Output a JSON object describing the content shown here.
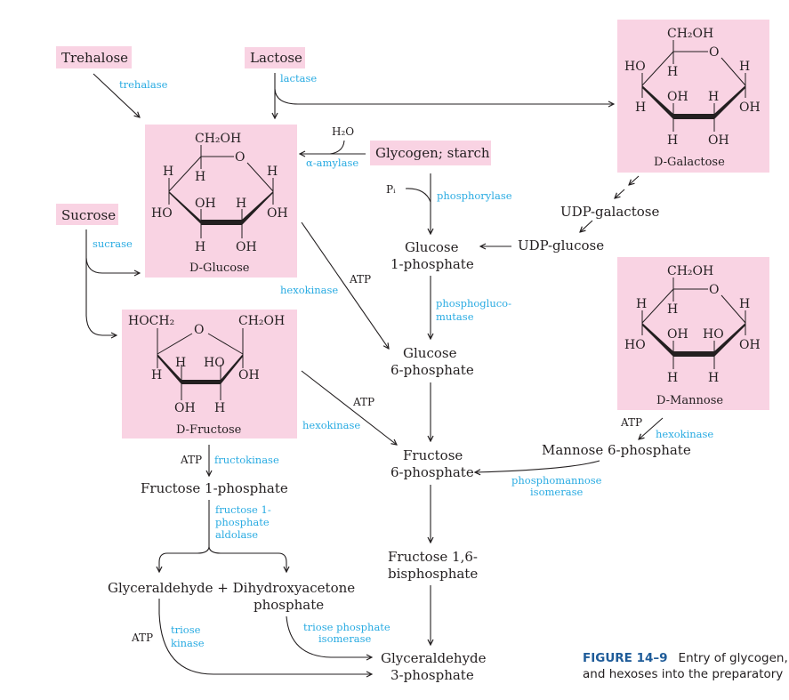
{
  "colors": {
    "box_fill": "#f9d3e3",
    "enzyme_text": "#29abe2",
    "text": "#231f20",
    "caption_label": "#1f5c99"
  },
  "sources": {
    "trehalose": "Trehalose",
    "lactose": "Lactose",
    "sucrose": "Sucrose",
    "glycogen": "Glycogen; starch"
  },
  "enzymes": {
    "trehalase": "trehalase",
    "lactase": "lactase",
    "sucrase": "sucrase",
    "alpha_amylase": "α-amylase",
    "phosphorylase": "phosphorylase",
    "hexokinase_glucose": "hexokinase",
    "hexokinase_fructose": "hexokinase",
    "hexokinase_mannose": "hexokinase",
    "phosphoglucomutase_1": "phosphogluco-",
    "phosphoglucomutase_2": "mutase",
    "phosphomannose_isomerase_1": "phosphomannose",
    "phosphomannose_isomerase_2": "isomerase",
    "fructokinase": "fructokinase",
    "f1p_aldolase_1": "fructose 1-",
    "f1p_aldolase_2": "phosphate",
    "f1p_aldolase_3": "aldolase",
    "triose_kinase_1": "triose",
    "triose_kinase_2": "kinase",
    "tpi_1": "triose phosphate",
    "tpi_2": "isomerase"
  },
  "cofactors": {
    "h2o": "H₂O",
    "pi": "Pᵢ",
    "atp": "ATP"
  },
  "sugars": {
    "glucose": {
      "name": "D-Glucose",
      "top": "CH₂OH",
      "ring_o": "O",
      "c4_up": "H",
      "c4_down": "HO",
      "c5_down": "H",
      "c3_up": "OH",
      "c3_down": "H",
      "c2_up": "H",
      "c2_down": "OH",
      "c1_up": "H",
      "c1_down": "OH"
    },
    "galactose": {
      "name": "D-Galactose",
      "top": "CH₂OH",
      "ring_o": "O",
      "c4_up": "HO",
      "c4_down": "H",
      "c5_down": "H",
      "c3_up": "OH",
      "c3_down": "H",
      "c2_up": "H",
      "c2_down": "OH",
      "c1_up": "H",
      "c1_down": "OH"
    },
    "mannose": {
      "name": "D-Mannose",
      "top": "CH₂OH",
      "ring_o": "O",
      "c4_up": "H",
      "c4_down": "HO",
      "c5_down": "H",
      "c3_up": "OH",
      "c3_down": "H",
      "c2_up": "HO",
      "c2_down": "H",
      "c1_up": "H",
      "c1_down": "OH"
    },
    "fructose": {
      "name": "D-Fructose",
      "left_top": "HOCH₂",
      "ring_o": "O",
      "right_top": "CH₂OH",
      "c5_down": "H",
      "c4_up": "H",
      "c4_down": "OH",
      "c3_up": "HO",
      "c3_down": "H",
      "c2_down": "OH"
    }
  },
  "intermediates": {
    "udp_galactose": "UDP-galactose",
    "udp_glucose": "UDP-glucose",
    "g1p_1": "Glucose",
    "g1p_2": "1-phosphate",
    "g6p_1": "Glucose",
    "g6p_2": "6-phosphate",
    "f6p_1": "Fructose",
    "f6p_2": "6-phosphate",
    "f16bp_1": "Fructose 1,6-",
    "f16bp_2": "bisphosphate",
    "m6p": "Mannose 6-phosphate",
    "f1p": "Fructose 1-phosphate",
    "glyceraldehyde_dhap_1": "Glyceraldehyde + Dihydroxyacetone",
    "glyceraldehyde_dhap_2": "phosphate",
    "g3p_1": "Glyceraldehyde",
    "g3p_2": "3-phosphate"
  },
  "caption": {
    "label": "FIGURE 14–9",
    "line1": "Entry of glycogen,",
    "line2": "and hexoses into the preparatory"
  }
}
